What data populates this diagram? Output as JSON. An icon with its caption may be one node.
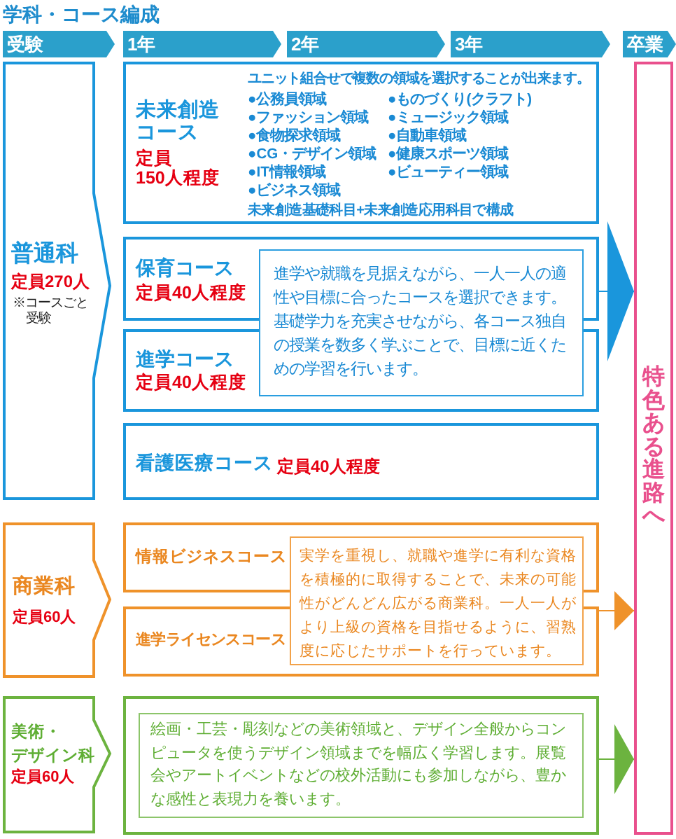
{
  "diagram": {
    "title": "学科・コース編成",
    "nodes": [
      {
        "text": [
          "受験"
        ]
      },
      {
        "text": [
          "1年"
        ]
      },
      {
        "text": [
          "2年"
        ]
      },
      {
        "text": [
          "3年"
        ]
      },
      {
        "text": [
          "卒業"
        ]
      },
      {
        "text": [
          "普通科",
          "定員270人",
          "※コースごと受験"
        ]
      },
      {
        "text": [
          "未来創造コース",
          "定員150人程度",
          "ユニット組合せで複数の領域を選択することが出来ます。",
          "●公務員領域",
          "●ファッション領域",
          "●食物探求領域",
          "●CG・デザイン領域",
          "●IT情報領域",
          "●ビジネス領域",
          "●ものづくり(クラフト)",
          "●ミュージック領域",
          "●自動車領域",
          "●健康スポーツ領域",
          "●ビューティー領域",
          "未来創造基礎科目+未来創造応用科目で構成"
        ]
      },
      {
        "text": [
          "保育コース",
          "定員40人程度"
        ]
      },
      {
        "text": [
          "進学コース",
          "定員40人程度"
        ]
      },
      {
        "text": [
          "進学や就職を見据えながら、一人一人の適性や目標に合ったコースを選択できます。基礎学力を充実させながら、各コース独自の授業を数多く学ぶことで、目標に近くための学習を行います。"
        ]
      },
      {
        "text": [
          "看護医療コース",
          "定員40人程度"
        ]
      },
      {
        "text": [
          "商業科",
          "定員60人"
        ]
      },
      {
        "text": [
          "情報ビジネスコース"
        ]
      },
      {
        "text": [
          "進学ライセンスコース"
        ]
      },
      {
        "text": [
          "実学を重視し、就職や進学に有利な資格を積極的に取得することで、未来の可能性がどんどん広がる商業科。一人一人がより上級の資格を目指せるように、習熟度に応じたサポートを行っています。"
        ]
      },
      {
        "text": [
          "美術・デザイン科",
          "定員60人"
        ]
      },
      {
        "text": [],
        "shape": "box"
      },
      {
        "text": [
          "絵画・工芸・彫刻などの美術領域と、デザイン全般からコンピュータを使うデザイン領域までを幅広く学習します。展覧会やアートイベントなどの校外活動にも参加しながら、豊かな感性と表現力を養います。"
        ],
        "in": 16
      },
      {
        "text": [
          "特色ある進路へ"
        ]
      }
    ],
    "edges": [
      {
        "from": 7,
        "to": 18,
        "arrow": "to",
        "color": "#1a96dc"
      },
      {
        "from": 13,
        "to": 18,
        "arrow": "to",
        "color": "#ef922a"
      },
      {
        "from": 16,
        "to": 18,
        "arrow": "to",
        "color": "#6cb33f"
      }
    ]
  }
}
